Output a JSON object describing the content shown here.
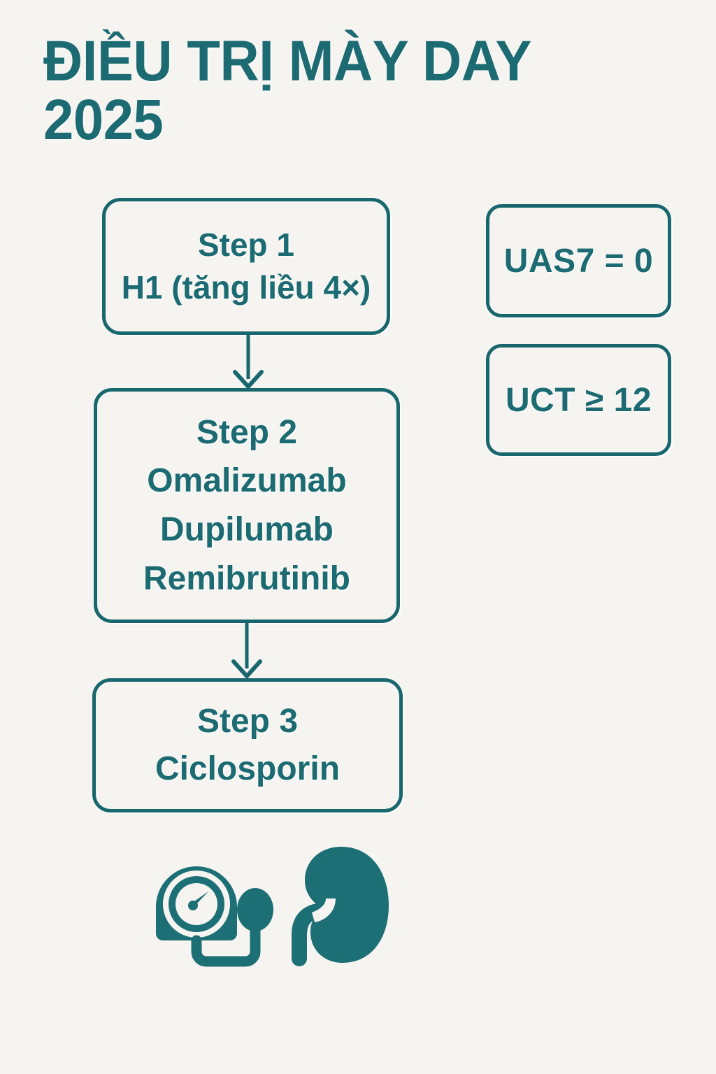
{
  "page": {
    "background_color": "#f5f4f0",
    "accent_color": "#19676e",
    "text_color": "#1c6a72"
  },
  "title": {
    "line1": "ĐIỀU TRỊ MÀY DAY",
    "line2": "2025"
  },
  "flow": {
    "steps": [
      {
        "id": "step-1",
        "heading": "Step 1",
        "lines": [
          "H1 (tăng liều 4×)"
        ]
      },
      {
        "id": "step-2",
        "heading": "Step 2",
        "lines": [
          "Omalizumab",
          "Dupilumab",
          "Remibrutinib"
        ]
      },
      {
        "id": "step-3",
        "heading": "Step 3",
        "lines": [
          "Ciclosporin"
        ]
      }
    ],
    "connectors": [
      {
        "from": "step-1",
        "to": "step-2",
        "glyph": "down-arrow"
      },
      {
        "from": "step-2",
        "to": "step-3",
        "glyph": "down-arrow"
      }
    ]
  },
  "targets": {
    "badges": [
      {
        "id": "uas7",
        "label": "UAS7 = 0"
      },
      {
        "id": "uct",
        "label": "UCT ≥ 12"
      }
    ]
  },
  "icons": [
    {
      "name": "blood-pressure-monitor-icon",
      "label": "Blood pressure monitor"
    },
    {
      "name": "kidney-icon",
      "label": "Kidney"
    }
  ]
}
